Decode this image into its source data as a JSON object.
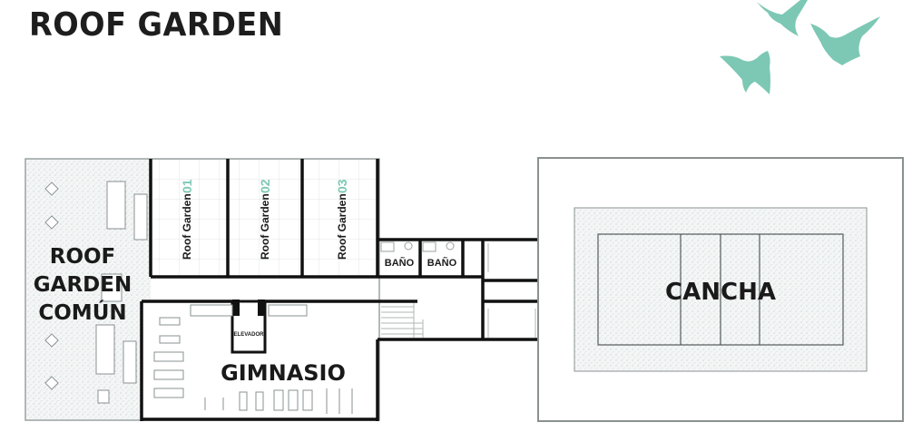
{
  "title": "ROOF GARDEN",
  "rooms": {
    "common": [
      "ROOF",
      "GARDEN",
      "COMÚN"
    ],
    "gym": "GIMNASIO",
    "court": "CANCHA",
    "elevator": "ELEVADOR",
    "bath_1": "BAÑO",
    "bath_2": "BAÑO",
    "private_label": "Roof Garden",
    "private_numbers": [
      "01",
      "02",
      "03"
    ]
  },
  "colors": {
    "birds": "#7cc8b4",
    "walls": "#111111",
    "accent_text": "#7cc8b4"
  },
  "icons": [
    "bird-icon",
    "bird-icon",
    "bird-icon"
  ]
}
